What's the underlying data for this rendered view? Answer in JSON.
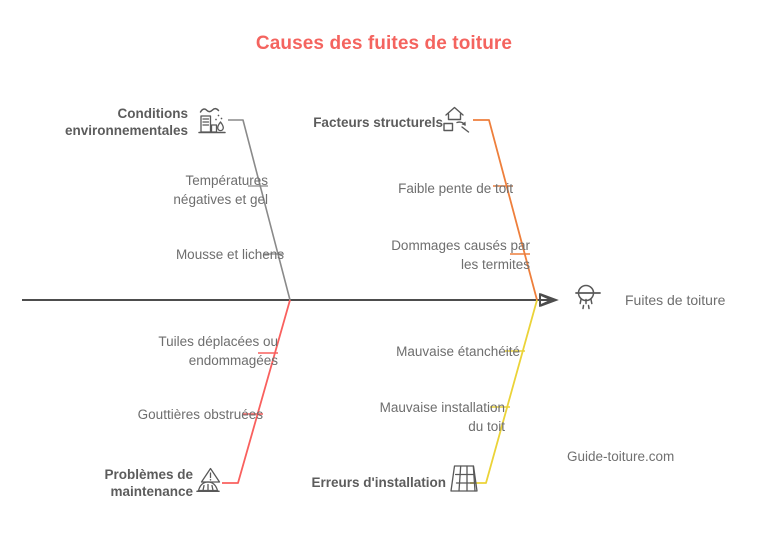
{
  "title": "Causes des fuites de toiture",
  "watermark": "Guide-toiture.com",
  "colors": {
    "title": "#F4645F",
    "spine": "#4d4d4d",
    "text": "#6e6e6e",
    "category_text": "#5c5c5c",
    "branch_gray": "#8a8a8a",
    "branch_orange": "#EE7F3C",
    "branch_red": "#F9605E",
    "branch_yellow": "#EBD338",
    "icon": "#595959",
    "background": "#ffffff"
  },
  "effect": {
    "label": "Fuites de toiture",
    "icon": "roof-leak-icon"
  },
  "categories": [
    {
      "id": "conditions-environnementales",
      "label": "Conditions\nenvironnementales",
      "icon": "factory-pollution-icon",
      "color": "#8a8a8a",
      "position": "top-left",
      "causes": [
        "Températures\nnégatives et gel",
        "Mousse et lichens"
      ]
    },
    {
      "id": "facteurs-structurels",
      "label": "Facteurs structurels",
      "icon": "house-roof-icon",
      "color": "#EE7F3C",
      "position": "top-right",
      "causes": [
        "Faible pente de toit",
        "Dommages causés par\nles termites"
      ]
    },
    {
      "id": "problemes-de-maintenance",
      "label": "Problèmes de\nmaintenance",
      "icon": "warning-maintenance-icon",
      "color": "#F9605E",
      "position": "bottom-left",
      "causes": [
        "Tuiles déplacées ou\nendommagées",
        "Gouttières obstruées"
      ]
    },
    {
      "id": "erreurs-d-installation",
      "label": "Erreurs d'installation",
      "icon": "roof-tiles-grid-icon",
      "color": "#EBD338",
      "position": "bottom-right",
      "causes": [
        "Mauvaise étanchéité",
        "Mauvaise installation\ndu toit"
      ]
    }
  ]
}
